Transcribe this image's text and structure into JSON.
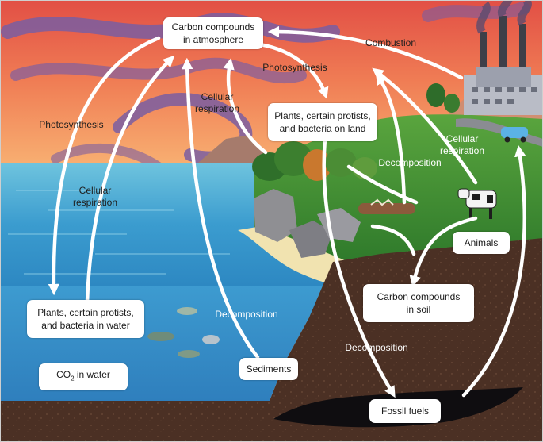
{
  "boxes": {
    "atmosphere": "Carbon compounds in atmosphere",
    "plants_land": "Plants, certain protists, and bacteria on land",
    "plants_water": "Plants, certain protists, and bacteria in water",
    "co2_water_main": "CO",
    "co2_water_sub": "2",
    "co2_water_rest": " in water",
    "sediments": "Sediments",
    "animals": "Animals",
    "soil": "Carbon compounds in soil",
    "fossil_fuels": "Fossil fuels"
  },
  "labels": {
    "photosynthesis_left": "Photosynthesis",
    "cellular_respiration_left": "Cellular\nrespiration",
    "cellular_respiration_center": "Cellular\nrespiration",
    "photosynthesis_center": "Photosynthesis",
    "combustion": "Combustion",
    "cellular_respiration_right": "Cellular\nrespiration",
    "decomposition_land": "Decomposition",
    "decomposition_water": "Decomposition",
    "decomposition_soil": "Decomposition"
  },
  "colors": {
    "sky_top": "#e86a4c",
    "sky_mid": "#f6a05c",
    "sky_low": "#f7c98d",
    "water": "#3f9fd0",
    "grass": "#3f8a32",
    "soil": "#4a3023",
    "smoke": "#7b5f9c",
    "arrow": "#ffffff"
  }
}
